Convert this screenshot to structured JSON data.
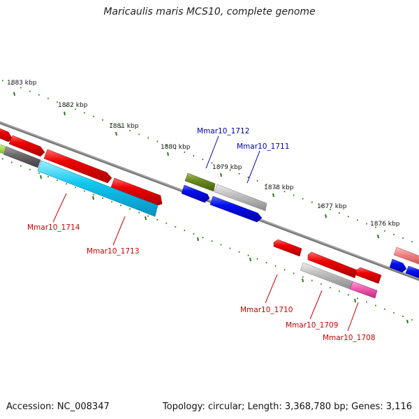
{
  "title": "Maricaulis maris MCS10, complete genome",
  "footer": {
    "accession": "Accession: NC_008347",
    "stats": "Topology: circular; Length: 3,368,780 bp; Genes: 3,116"
  },
  "ruler_labels": [
    "1883 kbp",
    "1882 kbp",
    "1881 kbp",
    "1880 kbp",
    "1879 kbp",
    "1878 kbp",
    "1877 kbp",
    "1876 kbp"
  ],
  "gene_labels": {
    "forward": [
      "Mmar10_1712",
      "Mmar10_1711"
    ],
    "reverse": [
      "Mmar10_1714",
      "Mmar10_1713",
      "Mmar10_1710",
      "Mmar10_1709",
      "Mmar10_1708"
    ]
  },
  "colors": {
    "forward_label": "#0000aa",
    "reverse_label": "#cc0000",
    "backbone": "#7a7a7a",
    "ruler_ticks": "#2a7a1a",
    "gene_red": "#ee0000",
    "gene_blue": "#0010ee",
    "gene_cyan": "#10c8f0",
    "gene_gray": "#c0c0c0",
    "gene_darkgray": "#6a6a6a",
    "gene_olive": "#6a8a20",
    "gene_pink": "#f060b0",
    "gene_salmon": "#f08080",
    "gene_lime": "#a0e040"
  }
}
